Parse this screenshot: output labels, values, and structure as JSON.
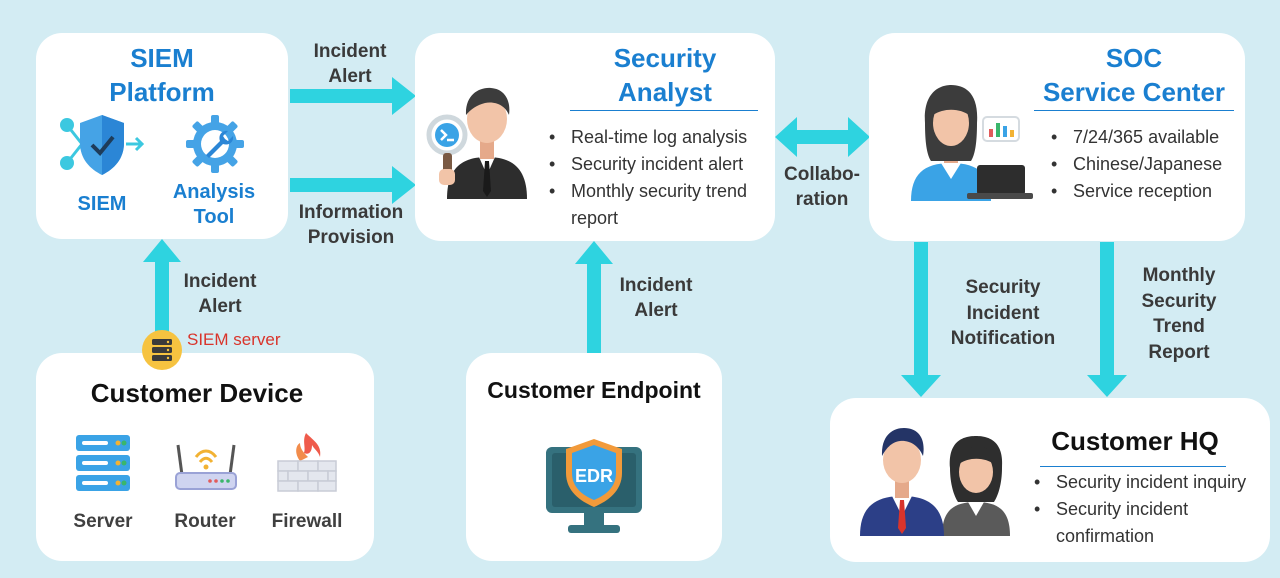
{
  "siem_platform": {
    "title_line1": "SIEM",
    "title_line2": "Platform",
    "siem_label": "SIEM",
    "tool_line1": "Analysis",
    "tool_line2": "Tool"
  },
  "security_analyst": {
    "title_line1": "Security",
    "title_line2": "Analyst",
    "items": [
      "Real-time log analysis",
      "Security incident alert",
      "Monthly security trend report"
    ]
  },
  "soc": {
    "title_line1": "SOC",
    "title_line2": "Service Center",
    "items": [
      "7/24/365 available",
      "Chinese/Japanese",
      "Service reception"
    ]
  },
  "customer_device": {
    "title": "Customer Device",
    "server_label": "Server",
    "router_label": "Router",
    "firewall_label": "Firewall",
    "siem_server_label": "SIEM server"
  },
  "customer_endpoint": {
    "title": "Customer Endpoint",
    "edr_text": "EDR"
  },
  "customer_hq": {
    "title": "Customer HQ",
    "items": [
      "Security incident inquiry",
      "Security incident confirmation"
    ]
  },
  "flows": {
    "incident_alert_top_line1": "Incident",
    "incident_alert_top_line2": "Alert",
    "info_provision_line1": "Information",
    "info_provision_line2": "Provision",
    "incident_alert_left_line1": "Incident",
    "incident_alert_left_line2": "Alert",
    "incident_alert_mid_line1": "Incident",
    "incident_alert_mid_line2": "Alert",
    "collaboration_line1": "Collabo-",
    "collaboration_line2": "ration",
    "notification_line1": "Security",
    "notification_line2": "Incident",
    "notification_line3": "Notification",
    "trend_line1": "Monthly",
    "trend_line2": "Security",
    "trend_line3": "Trend",
    "trend_line4": "Report"
  },
  "colors": {
    "background": "#d3ecf3",
    "arrow": "#2ed3e0",
    "title_blue": "#1a7fd0",
    "siem_server_red": "#d9342b"
  }
}
